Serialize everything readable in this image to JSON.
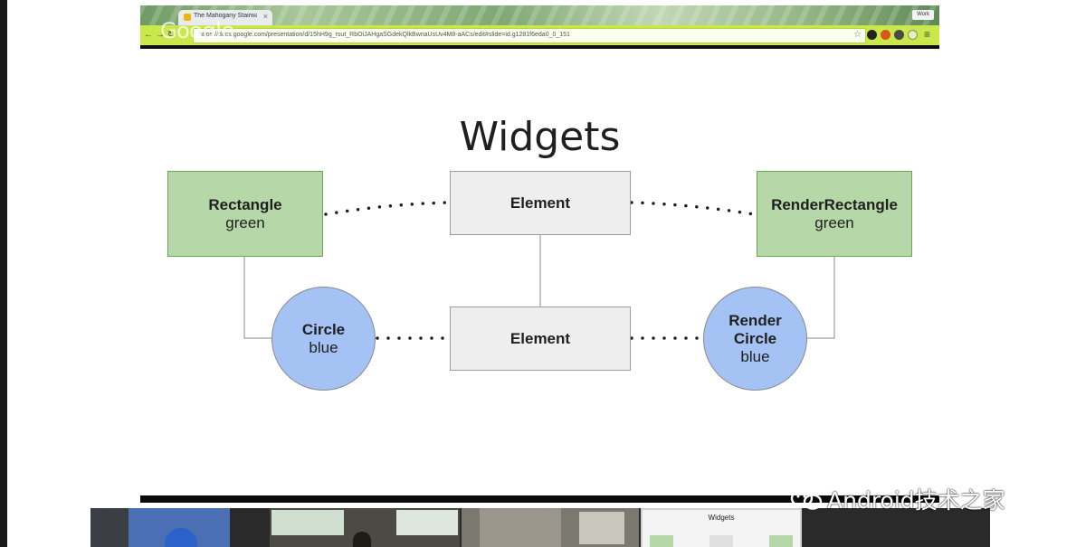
{
  "browser": {
    "tab_title": "The Mahogany Stairwa...",
    "tab_close": "×",
    "logo_overlay": "Google",
    "profile_button": "Work",
    "address": "https://docs.google.com/presentation/d/15hH9g_rsut_RbOiJAHgaSGdekQlkBwnaUsUv4M8-aACs/edit#slide=id.g1281f6eda0_0_151"
  },
  "slide": {
    "title": "Widgets",
    "rectangle": {
      "name": "Rectangle",
      "color": "green"
    },
    "element_top": "Element",
    "render_rectangle": {
      "name": "RenderRectangle",
      "color": "green"
    },
    "circle": {
      "name": "Circle",
      "color": "blue"
    },
    "element_bottom": "Element",
    "render_circle": {
      "name_line1": "Render",
      "name_line2": "Circle",
      "color": "blue"
    }
  },
  "watermark": {
    "text": "Android技术之家"
  },
  "colors": {
    "green_fill": "#b6d7a8",
    "green_border": "#6aa84f",
    "blue_fill": "#a4c2f4",
    "gray_fill": "#eeeeee",
    "omnibox_bar": "#c9e84a"
  }
}
